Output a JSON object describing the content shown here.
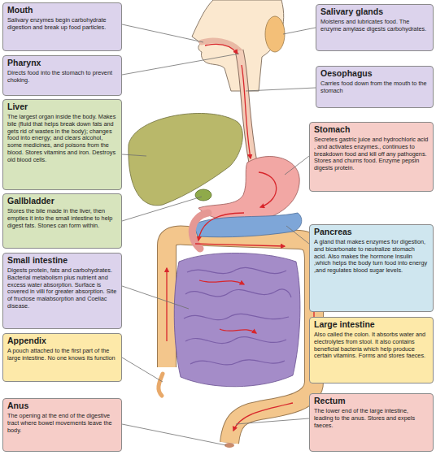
{
  "diagram": {
    "nodes": [
      {
        "text": [
          "Mouth",
          "Salivary enzymes begin carbohydrate digestion and break up food particles."
        ]
      },
      {
        "text": [
          "Salivary glands",
          "Moistens and lubricates food. The enzyme amylase digests carbohydrates."
        ]
      },
      {
        "text": [
          "Pharynx",
          "Directs food into the stomach to prevent choking."
        ]
      },
      {
        "text": [
          "Oesophagus",
          "Carries food down from the mouth to the stomach"
        ]
      },
      {
        "text": [
          "Liver",
          "The largest organ inside the body. Makes bile (fluid that helps break down fats and gets rid of wastes in the body); changes food into energy; and clears alcohol, some medicines, and poisons from the blood. Stores vitamins and iron. Destroys old blood cells."
        ]
      },
      {
        "text": [
          "Stomach",
          "Secretes gastric juice and hydrochloric acid , and activates enzymes., continues to breakdown food and kill off any pathogens. Stores and churns food. Enzyme pepsin digests protein."
        ]
      },
      {
        "text": [
          "Gallbladder",
          "Stores the bile made in the liver, then empties it into the small intestine to help digest fats. Stones can form within."
        ]
      },
      {
        "text": [
          "Pancreas",
          "A gland that makes enzymes for digestion, and bicarbonate to neutralize stomach acid. Also makes the hormone Insulin ,which helps the body turn food into energy ,and regulates blood sugar levels."
        ]
      },
      {
        "text": [
          "Small intestine",
          "Digests protein, fats and carbohydrates. Bacterial metabolism plus nutrient and excess water absorption. Surface is covered in villi for greater absorption. Site of fructose malabsorption and Coeliac disease."
        ]
      },
      {
        "text": [
          "Large intestine",
          "Also called the colon. It absorbs water and electrolytes from stool. It also contains beneficial bacteria which help produce certain vitamins. Forms and stores faeces."
        ]
      },
      {
        "text": [
          "Appendix",
          "A pouch attached to the first part of the large intestine. No one knows its function"
        ]
      },
      {
        "text": [
          "Rectum",
          "The lower end of the large intestine, leading to the anus. Stores and expels faeces."
        ]
      },
      {
        "text": [
          "Anus",
          "The opening at the end of the digestive tract where bowel movements leave the body."
        ]
      }
    ]
  }
}
